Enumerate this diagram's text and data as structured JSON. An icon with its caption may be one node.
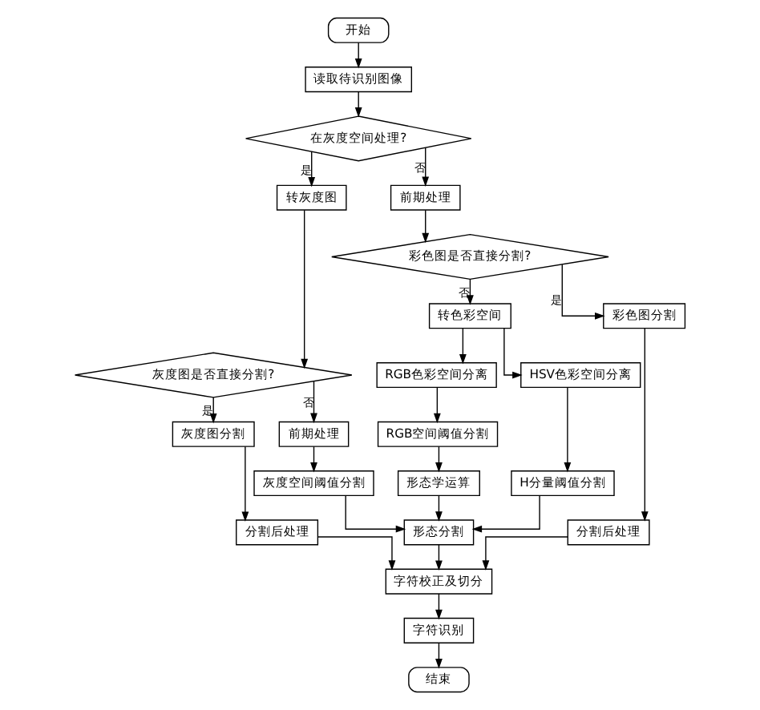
{
  "diagram": {
    "nodes": [
      {
        "text": [
          "开始"
        ]
      },
      {
        "text": [
          "读取待识别图像"
        ]
      },
      {
        "text": [
          "在灰度空间处理?"
        ]
      },
      {
        "text": [
          "转灰度图"
        ]
      },
      {
        "text": [
          "前期处理"
        ]
      },
      {
        "text": [
          "灰度图是否直接分割?"
        ]
      },
      {
        "text": [
          "彩色图是否直接分割?"
        ]
      },
      {
        "text": [
          "灰度图分割"
        ]
      },
      {
        "text": [
          "前期处理"
        ]
      },
      {
        "text": [
          "转色彩空间"
        ]
      },
      {
        "text": [
          "彩色图分割"
        ]
      },
      {
        "text": [
          "RGB色彩空间分离"
        ]
      },
      {
        "text": [
          "HSV色彩空间分离"
        ]
      },
      {
        "text": [
          "分割后处理"
        ]
      },
      {
        "text": [
          "灰度空间阈值分割"
        ]
      },
      {
        "text": [
          "RGB空间阈值分割"
        ]
      },
      {
        "text": [
          "H分量阈值分割"
        ]
      },
      {
        "text": [
          "分割后处理"
        ]
      },
      {
        "text": [
          "形态学运算"
        ]
      },
      {
        "text": [
          "形态分割"
        ]
      },
      {
        "text": [
          "字符校正及切分"
        ]
      },
      {
        "text": [
          "字符识别"
        ]
      },
      {
        "text": [
          "结束"
        ]
      }
    ],
    "edges": [
      {
        "from": 0,
        "to": 1,
        "arrow": "to"
      },
      {
        "from": 1,
        "to": 2,
        "arrow": "to"
      },
      {
        "from": 2,
        "to": 3,
        "arrow": "to",
        "label": "是"
      },
      {
        "from": 2,
        "to": 4,
        "arrow": "to",
        "label": "否"
      },
      {
        "from": 3,
        "to": 5,
        "arrow": "to"
      },
      {
        "from": 4,
        "to": 6,
        "arrow": "to"
      },
      {
        "from": 5,
        "to": 7,
        "arrow": "to",
        "label": "是"
      },
      {
        "from": 5,
        "to": 8,
        "arrow": "to",
        "label": "否"
      },
      {
        "from": 6,
        "to": 9,
        "arrow": "to",
        "label": "否"
      },
      {
        "from": 6,
        "to": 10,
        "arrow": "to",
        "label": "是"
      },
      {
        "from": 7,
        "to": 13,
        "arrow": "to"
      },
      {
        "from": 8,
        "to": 14,
        "arrow": "to"
      },
      {
        "from": 9,
        "to": 11,
        "arrow": "to"
      },
      {
        "from": 9,
        "to": 12,
        "arrow": "to"
      },
      {
        "from": 11,
        "to": 15,
        "arrow": "to"
      },
      {
        "from": 12,
        "to": 16,
        "arrow": "to"
      },
      {
        "from": 10,
        "to": 17,
        "arrow": "to"
      },
      {
        "from": 15,
        "to": 18,
        "arrow": "to"
      },
      {
        "from": 14,
        "to": 19,
        "arrow": "to"
      },
      {
        "from": 18,
        "to": 19,
        "arrow": "to"
      },
      {
        "from": 16,
        "to": 19,
        "arrow": "to"
      },
      {
        "from": 13,
        "to": 20,
        "arrow": "to"
      },
      {
        "from": 19,
        "to": 20,
        "arrow": "to"
      },
      {
        "from": 17,
        "to": 20,
        "arrow": "to"
      },
      {
        "from": 20,
        "to": 21,
        "arrow": "to"
      },
      {
        "from": 21,
        "to": 22,
        "arrow": "to"
      }
    ]
  }
}
